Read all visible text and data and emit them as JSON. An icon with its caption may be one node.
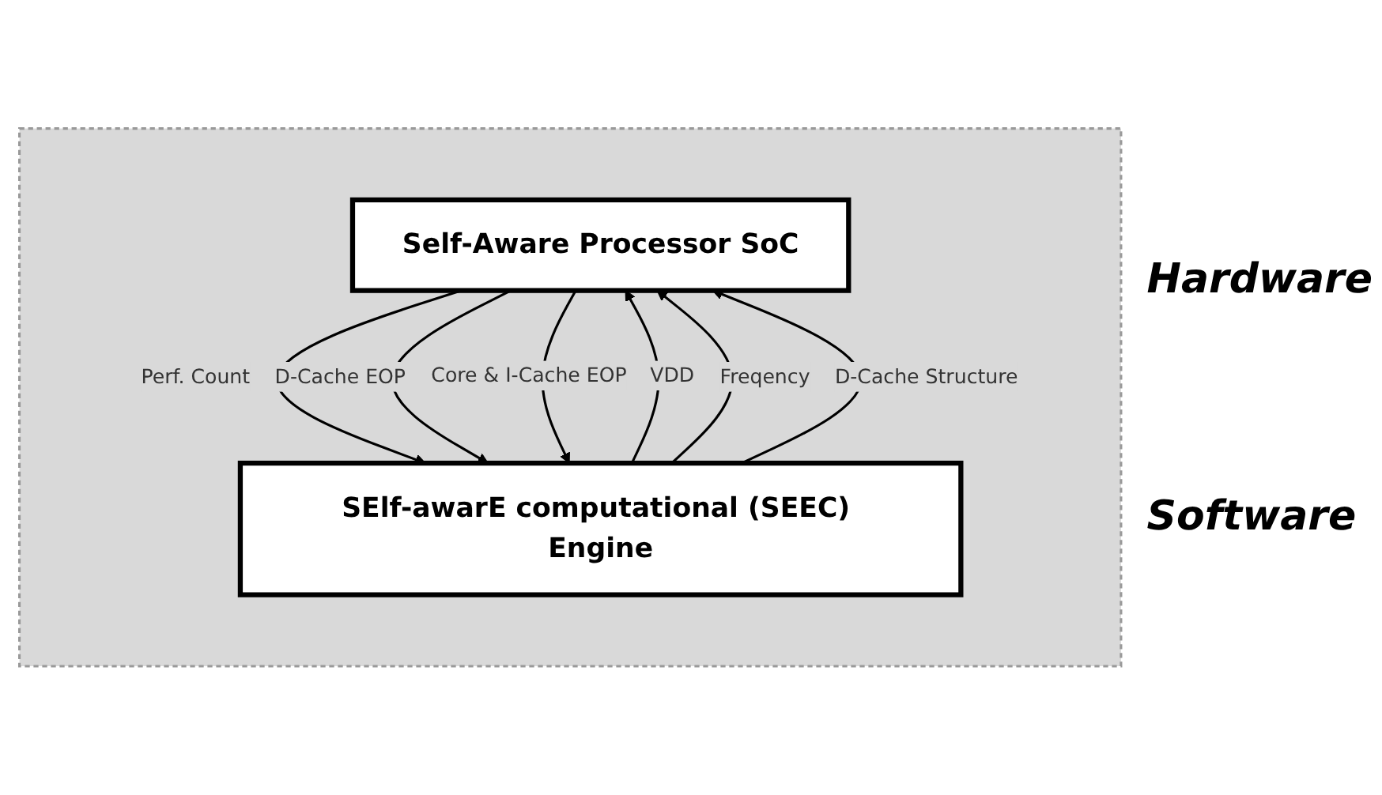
{
  "diagram": {
    "nodes": [
      {
        "text": [],
        "shape": "box"
      },
      {
        "text": [
          "Self-Aware Processor SoC"
        ],
        "in": 0
      },
      {
        "text": [
          "SElf-awarE computational (SEEC) Engine"
        ],
        "in": 0
      }
    ],
    "edges": [
      {
        "from": 2,
        "to": 1,
        "arrow": "to",
        "label": "VDD"
      },
      {
        "from": 2,
        "to": 1,
        "arrow": "to",
        "label": "Freqency"
      },
      {
        "from": 2,
        "to": 1,
        "arrow": "to",
        "label": "D-Cache Structure"
      },
      {
        "from": 1,
        "to": 2,
        "arrow": "to",
        "label": "Perf. Count"
      },
      {
        "from": 1,
        "to": 2,
        "arrow": "to",
        "label": "D-Cache EOP"
      },
      {
        "from": 1,
        "to": 2,
        "arrow": "to",
        "label": "Core & I-Cache EOP"
      }
    ],
    "labels": [
      "Hardware",
      "Software"
    ]
  }
}
